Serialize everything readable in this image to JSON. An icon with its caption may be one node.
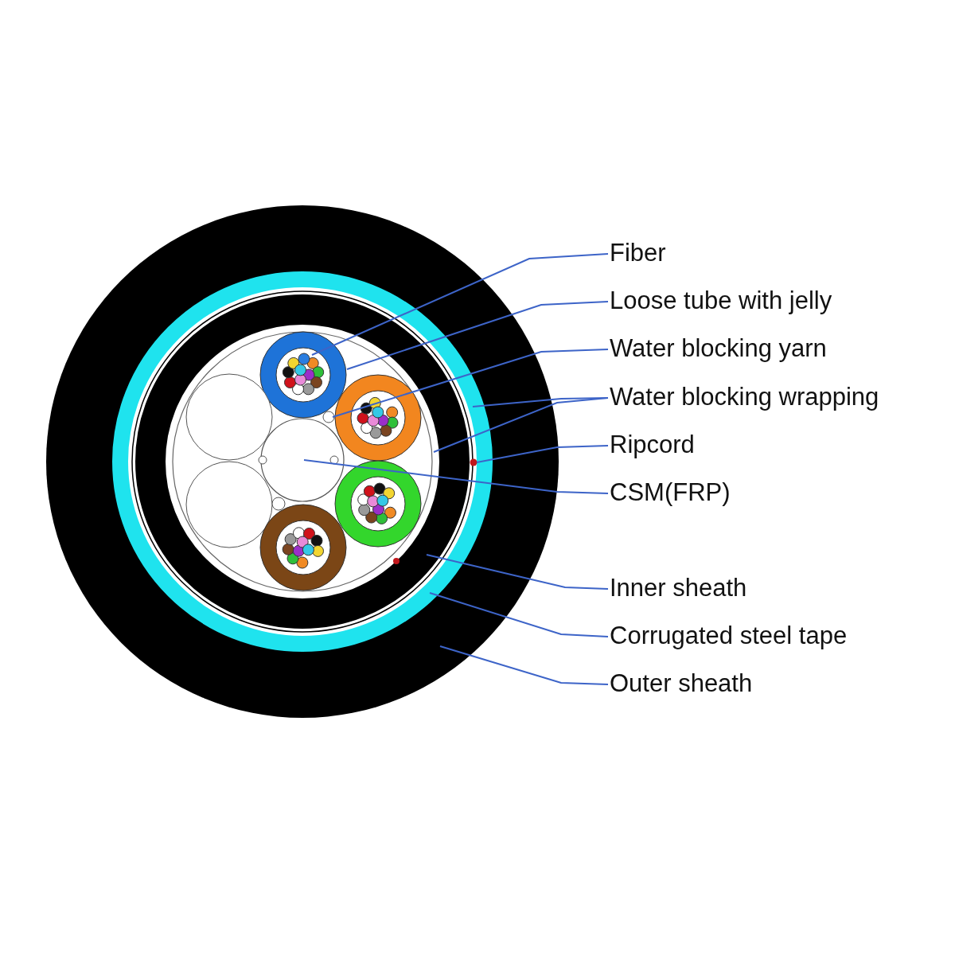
{
  "diagram": {
    "nodes": [
      {
        "text": [
          "Fiber"
        ]
      },
      {
        "text": [
          "Loose tube with jelly"
        ]
      },
      {
        "text": [
          "Water blocking yarn"
        ]
      },
      {
        "text": [
          "Water blocking wrapping"
        ]
      },
      {
        "text": [
          "Ripcord"
        ]
      },
      {
        "text": [
          "CSM(FRP)"
        ]
      },
      {
        "text": [
          "Inner sheath"
        ]
      },
      {
        "text": [
          "Corrugated steel tape"
        ]
      },
      {
        "text": [
          "Outer sheath"
        ]
      },
      {
        "text": [],
        "shape": "circle",
        "in": 10
      },
      {
        "text": [],
        "shape": "circle",
        "in": 13
      },
      {
        "text": [],
        "shape": "circle",
        "in": 13
      },
      {
        "text": [],
        "shape": "circle",
        "in": 17
      },
      {
        "text": [],
        "shape": "circle",
        "in": 16
      },
      {
        "text": [],
        "shape": "circle",
        "in": 17
      },
      {
        "text": [],
        "shape": "circle",
        "in": 13
      },
      {
        "text": [],
        "shape": "circle",
        "in": 12
      },
      {
        "text": [],
        "shape": "circle",
        "in": 18
      },
      {
        "text": [],
        "shape": "circle"
      }
    ],
    "edges": [
      {
        "from": 0,
        "to": 9,
        "arrow": "none"
      },
      {
        "from": 1,
        "to": 10,
        "arrow": "none"
      },
      {
        "from": 2,
        "to": 11,
        "arrow": "none"
      },
      {
        "from": 3,
        "to": 12,
        "arrow": "none"
      },
      {
        "from": 3,
        "to": 13,
        "arrow": "none"
      },
      {
        "from": 4,
        "to": 14,
        "arrow": "none"
      },
      {
        "from": 5,
        "to": 15,
        "arrow": "none"
      },
      {
        "from": 6,
        "to": 16,
        "arrow": "none"
      },
      {
        "from": 7,
        "to": 17,
        "arrow": "none"
      },
      {
        "from": 8,
        "to": 18,
        "arrow": "none"
      }
    ]
  }
}
